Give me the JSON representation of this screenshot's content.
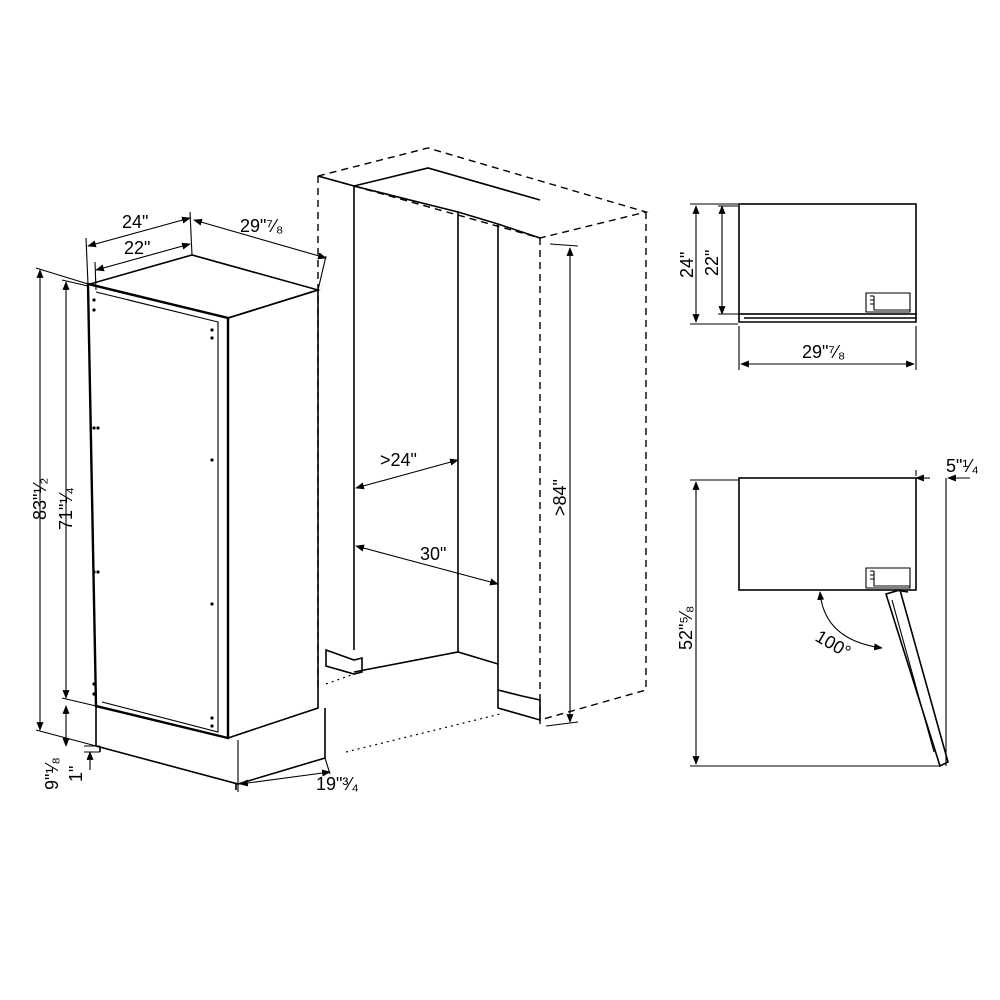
{
  "labels": {
    "width_outer": "24\"",
    "width_inner": "22\"",
    "depth": "29\"⁷⁄₈",
    "height_total": "83\"¹⁄₂",
    "height_body": "71\"¹⁄₄",
    "plinth_height": "9\"¹⁄₈",
    "foot_height": "1\"",
    "plinth_depth": "19\"³⁄₄",
    "niche_width": ">24\"",
    "niche_depth": "30\"",
    "niche_height": ">84\"",
    "top_view_width_outer": "24\"",
    "top_view_width_inner": "22\"",
    "top_view_depth": "29\"⁷⁄₈",
    "door_offset": "5\"¹⁄₄",
    "door_clearance": "52\"⁵⁄₈",
    "door_angle": "100°"
  },
  "icons": {
    "arrow": "arrowhead",
    "hinge": "hinge-icon"
  }
}
